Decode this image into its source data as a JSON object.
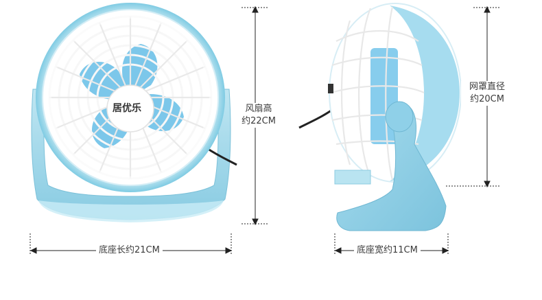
{
  "front_view": {
    "brand_logo": "居优乐",
    "height_label_line1": "风扇高",
    "height_label_line2": "约22CM",
    "base_length_label": "底座长约21CM"
  },
  "side_view": {
    "grille_label_line1": "网罩直径",
    "grille_label_line2": "约20CM",
    "base_width_label": "底座宽约11CM"
  },
  "colors": {
    "accent_blue": "#a8dcec",
    "blade_blue": "#6ec2e8",
    "grille_white": "#ffffff",
    "dimension_line": "#222222"
  }
}
